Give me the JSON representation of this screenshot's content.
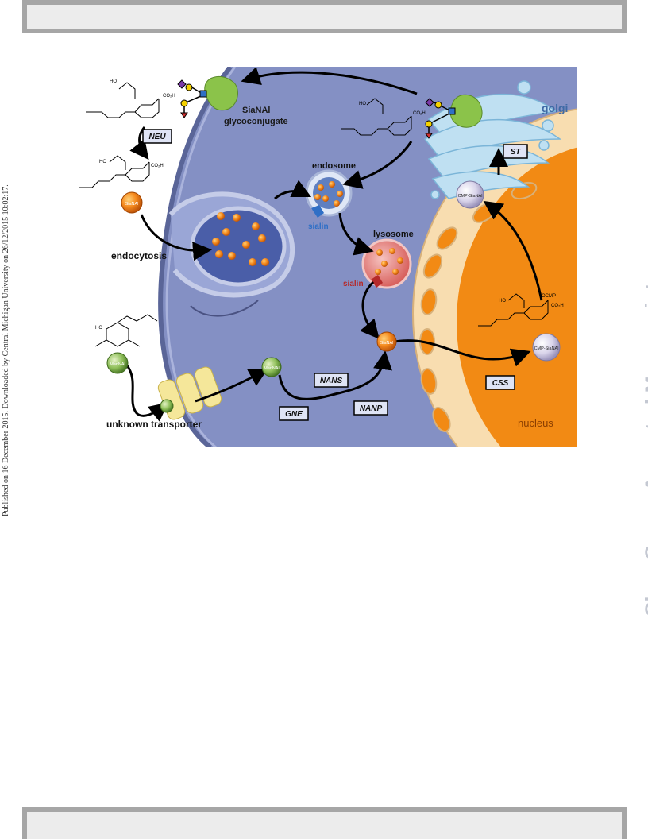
{
  "sidebar_left": "Published on 16 December 2015. Downloaded by Central Michigan University on 26/12/2015 10:02:17.",
  "watermark": "ChemComm Accepted Manuscript",
  "figure": {
    "labels": {
      "glycoconjugate_1": "SiaNAl",
      "glycoconjugate_2": "glycoconjugate",
      "golgi": "golgi",
      "endosome": "endosome",
      "lysosome": "lysosome",
      "sialin_1": "sialin",
      "sialin_2": "sialin",
      "endocytosis": "endocytosis",
      "transporter": "unknown transporter",
      "nucleus": "nucleus",
      "co2h_1": "CO₂H",
      "co2h_2": "CO₂H",
      "co2h_3": "CO₂H",
      "co2h_4": "CO₂H",
      "ho_1": "HO",
      "ho_2": "HO",
      "ho_3": "HO",
      "ho_4": "HO",
      "ho_5": "HO",
      "cmp": "OCMP"
    },
    "enzymes": {
      "neu": "NEU",
      "st": "ST",
      "nans": "NANS",
      "nanp": "NANP",
      "gne": "GNE",
      "css": "CSS"
    },
    "balls": {
      "sianal_1": "SiaNAl",
      "sianal_2": "SiaNAl",
      "mannal_1": "ManNAl",
      "mannal_2": "ManNAl",
      "cmp_sianal_1": "CMP-SiaNAl",
      "cmp_sianal_2": "CMP-SiaNAl"
    }
  }
}
